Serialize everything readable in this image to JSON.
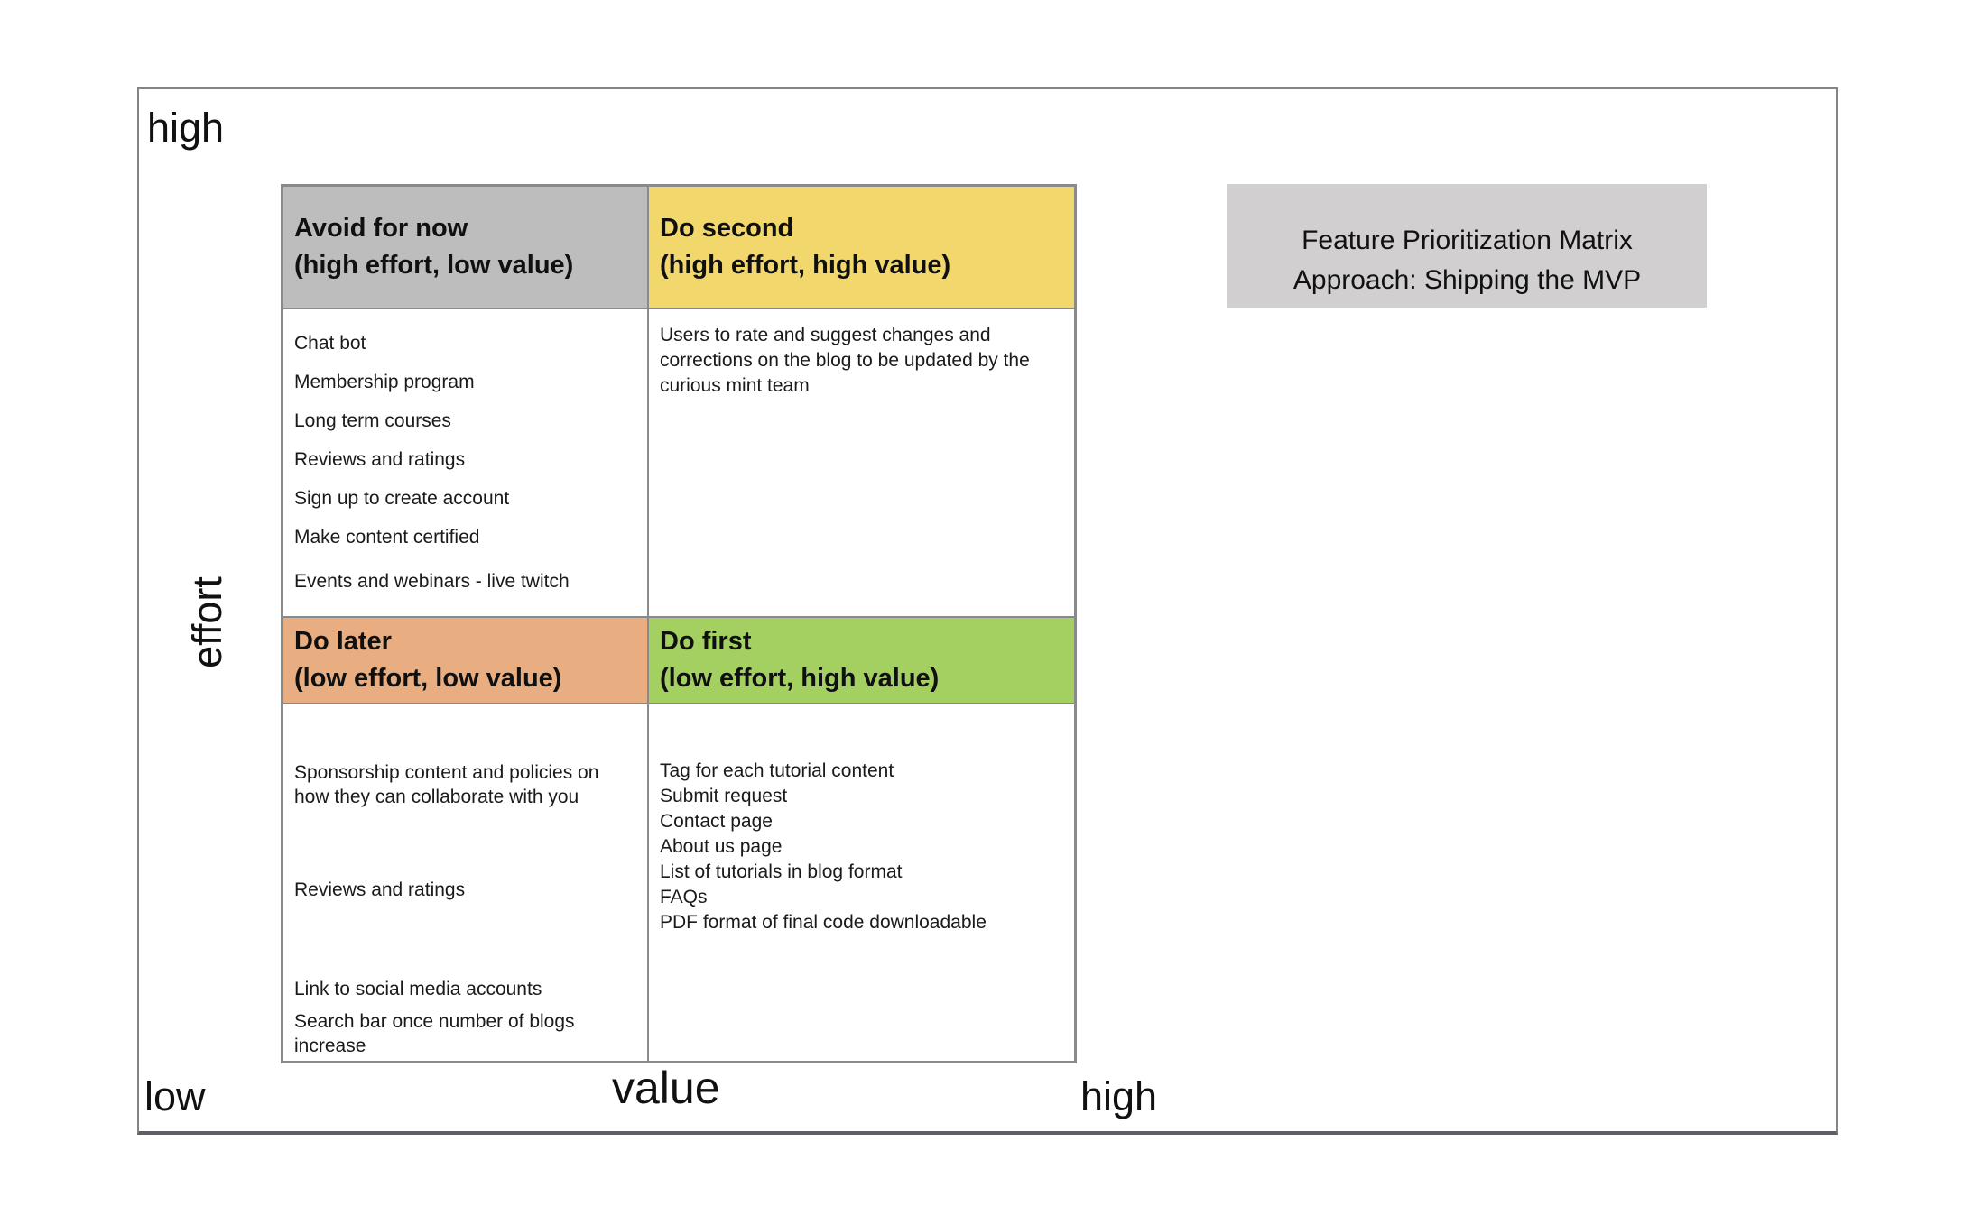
{
  "diagram": {
    "kind": "feature-prioritization-matrix",
    "title_box": {
      "bg": "#d1cfcf",
      "line1": "Feature Prioritization Matrix",
      "line2": "Approach: Shipping the MVP"
    },
    "axes": {
      "y_top_label": "high",
      "y_axis_label": "effort",
      "x_left_label": "low",
      "x_axis_label": "value",
      "x_right_label": "high"
    },
    "quadrants": [
      {
        "id": "avoid-for-now",
        "title": "Avoid for now",
        "subtitle": "(high effort, low value)",
        "color": "#bdbdbd",
        "items": [
          "Chat bot",
          "Membership program",
          "Long term courses",
          "Reviews and ratings",
          "Sign up to create account",
          "Make content certified",
          "Events and webinars - live twitch"
        ]
      },
      {
        "id": "do-second",
        "title": "Do second",
        "subtitle": "(high effort, high value)",
        "color": "#f2d76d",
        "items": [
          "Users to rate and suggest changes and corrections on the blog to be updated by the curious mint team"
        ]
      },
      {
        "id": "do-later",
        "title": "Do later",
        "subtitle": "(low effort, low value)",
        "color": "#e8ae82",
        "items": [
          "Sponsorship content and policies on how they can collaborate with you",
          "Reviews and ratings",
          "Link to social media accounts",
          "Search bar once number of blogs increase"
        ]
      },
      {
        "id": "do-first",
        "title": "Do first",
        "subtitle": "(low effort, high value)",
        "color": "#a4d062",
        "items": [
          "Tag for each tutorial content",
          "Submit request",
          "Contact page",
          "About us page",
          "List of tutorials in blog format",
          "FAQs",
          "PDF format of final code downloadable"
        ]
      }
    ]
  }
}
